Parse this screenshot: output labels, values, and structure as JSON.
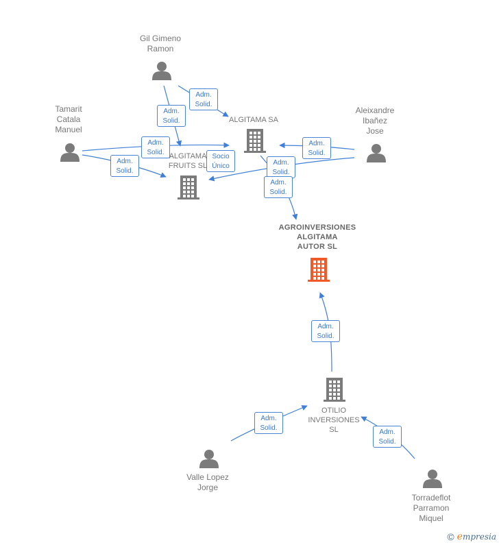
{
  "colors": {
    "person": "#7b7b7b",
    "company": "#7b7b7b",
    "focus_company": "#f05a28",
    "edge": "#3f7fd8"
  },
  "nodes": {
    "gil": {
      "label": "Gil Gimeno\nRamon",
      "kind": "person"
    },
    "tamarit": {
      "label": "Tamarit\nCatala\nManuel",
      "kind": "person"
    },
    "aleixandre": {
      "label": "Aleixandre\nIbañez\nJose",
      "kind": "person"
    },
    "algitama_sa": {
      "label": "ALGITAMA SA",
      "kind": "company"
    },
    "algitama_fruits": {
      "label": "ALGITAMA\nFRUITS  SL",
      "kind": "company"
    },
    "agroinversiones": {
      "label": "AGROINVERSIONES\nALGITAMA\nAUTOR  SL",
      "kind": "focus-company"
    },
    "otilio": {
      "label": "OTILIO\nINVERSIONES\nSL",
      "kind": "company"
    },
    "valle": {
      "label": "Valle Lopez\nJorge",
      "kind": "person"
    },
    "torradeflot": {
      "label": "Torradeflot\nParramon\nMiquel",
      "kind": "person"
    }
  },
  "relations": [
    {
      "label": "Adm.\nSolid.",
      "from": "gil",
      "to": "algitama_sa"
    },
    {
      "label": "Adm.\nSolid.",
      "from": "gil",
      "to": "algitama_fruits"
    },
    {
      "label": "Adm.\nSolid.",
      "from": "tamarit",
      "to": "algitama_sa"
    },
    {
      "label": "Adm.\nSolid.",
      "from": "tamarit",
      "to": "algitama_fruits"
    },
    {
      "label": "Socio\nÚnico",
      "from": "algitama_sa",
      "to": "algitama_fruits"
    },
    {
      "label": "Adm.\nSolid.",
      "from": "aleixandre",
      "to": "algitama_sa"
    },
    {
      "label": "Adm.\nSolid.",
      "from": "aleixandre",
      "to": "algitama_fruits"
    },
    {
      "label": "Adm.\nSolid.",
      "from": "algitama_sa",
      "to": "agroinversiones"
    },
    {
      "label": "Adm.\nSolid.",
      "from": "otilio",
      "to": "agroinversiones"
    },
    {
      "label": "Adm.\nSolid.",
      "from": "valle",
      "to": "otilio"
    },
    {
      "label": "Adm.\nSolid.",
      "from": "torradeflot",
      "to": "otilio"
    }
  ],
  "brand": {
    "copyright": "©",
    "e": "e",
    "rest": "mpresia"
  }
}
